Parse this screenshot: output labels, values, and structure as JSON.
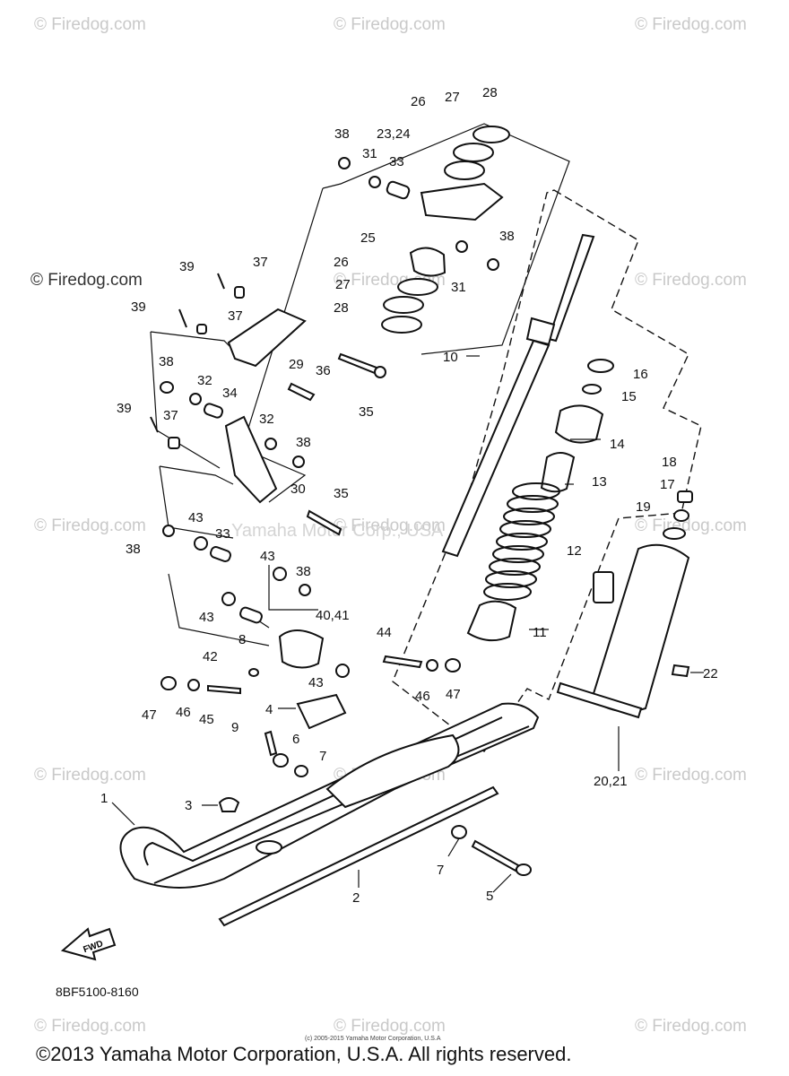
{
  "watermarks": {
    "text": "© Firedog.com",
    "center": "Yamaha Motor Corp., USA"
  },
  "diagram_code": "8BF5100-8160",
  "small_copyright": "(c) 2005-2015 Yamaha Motor Corporation, U.S.A",
  "copyright": "©2013 Yamaha Motor Corporation, U.S.A. All rights reserved.",
  "fwd_label": "FWD",
  "callouts": [
    "1",
    "2",
    "3",
    "4",
    "5",
    "6",
    "7",
    "7",
    "8",
    "9",
    "10",
    "11",
    "12",
    "13",
    "14",
    "15",
    "16",
    "17",
    "18",
    "19",
    "20,21",
    "22",
    "23,24",
    "25",
    "26",
    "26",
    "27",
    "27",
    "28",
    "28",
    "29",
    "30",
    "31",
    "31",
    "32",
    "32",
    "33",
    "33",
    "34",
    "35",
    "35",
    "36",
    "37",
    "37",
    "37",
    "38",
    "38",
    "38",
    "38",
    "38",
    "38",
    "39",
    "39",
    "39",
    "40,41",
    "42",
    "43",
    "43",
    "43",
    "43",
    "44",
    "45",
    "46",
    "46",
    "47",
    "47"
  ]
}
